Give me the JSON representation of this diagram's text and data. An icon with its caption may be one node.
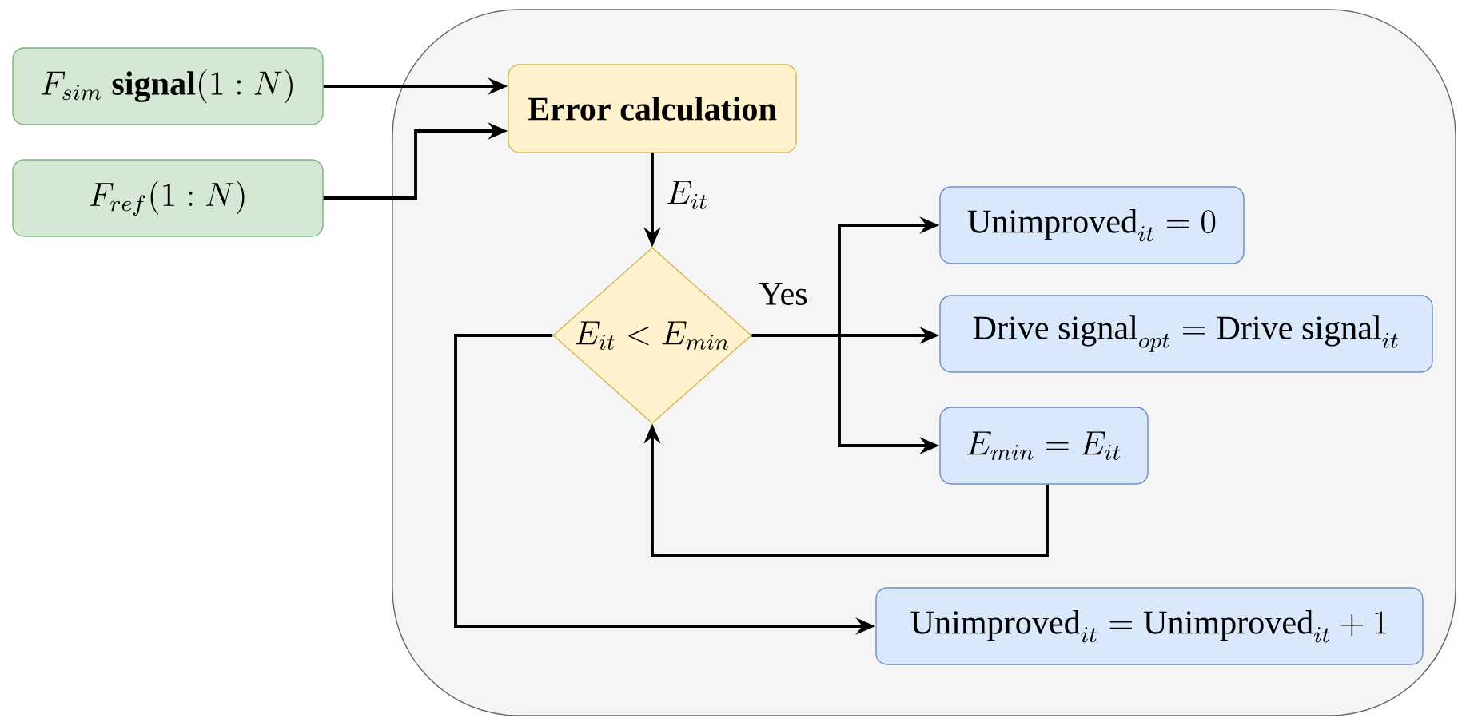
{
  "diagram": {
    "nodes": [
      {
        "text": [],
        "shape": "box"
      },
      {
        "text": [
          "F_{sim}\\ \\textbf{signal}(1:N)"
        ]
      },
      {
        "text": [
          "F_{ref}(1:N)"
        ]
      },
      {
        "text": [
          "Error calculation"
        ],
        "in": 0
      },
      {
        "text": [
          "E_{it} < E_{min}"
        ],
        "in": 0
      },
      {
        "text": [
          "\\text{Unimproved}_{it} = 0"
        ],
        "in": 0
      },
      {
        "text": [
          "\\text{Drive signal}_{opt} = \\text{Drive signal}_{it}"
        ],
        "in": 0
      },
      {
        "text": [
          "E_{min} = E_{it}"
        ],
        "in": 0
      },
      {
        "text": [
          "\\text{Unimproved}_{it} = \\text{Unimproved}_{it} + 1"
        ],
        "in": 0
      }
    ],
    "edges": [
      {
        "from": 1,
        "to": 3,
        "arrow": "to"
      },
      {
        "from": 2,
        "to": 3,
        "arrow": "to"
      },
      {
        "from": 3,
        "to": 4,
        "arrow": "to",
        "label": "E_{it}"
      },
      {
        "from": 4,
        "to": 5,
        "arrow": "to"
      },
      {
        "from": 4,
        "to": 6,
        "arrow": "to",
        "label": "Yes"
      },
      {
        "from": 4,
        "to": 7,
        "arrow": "to"
      },
      {
        "from": 7,
        "to": 4,
        "arrow": "to"
      },
      {
        "from": 4,
        "to": 8,
        "arrow": "to"
      }
    ]
  }
}
